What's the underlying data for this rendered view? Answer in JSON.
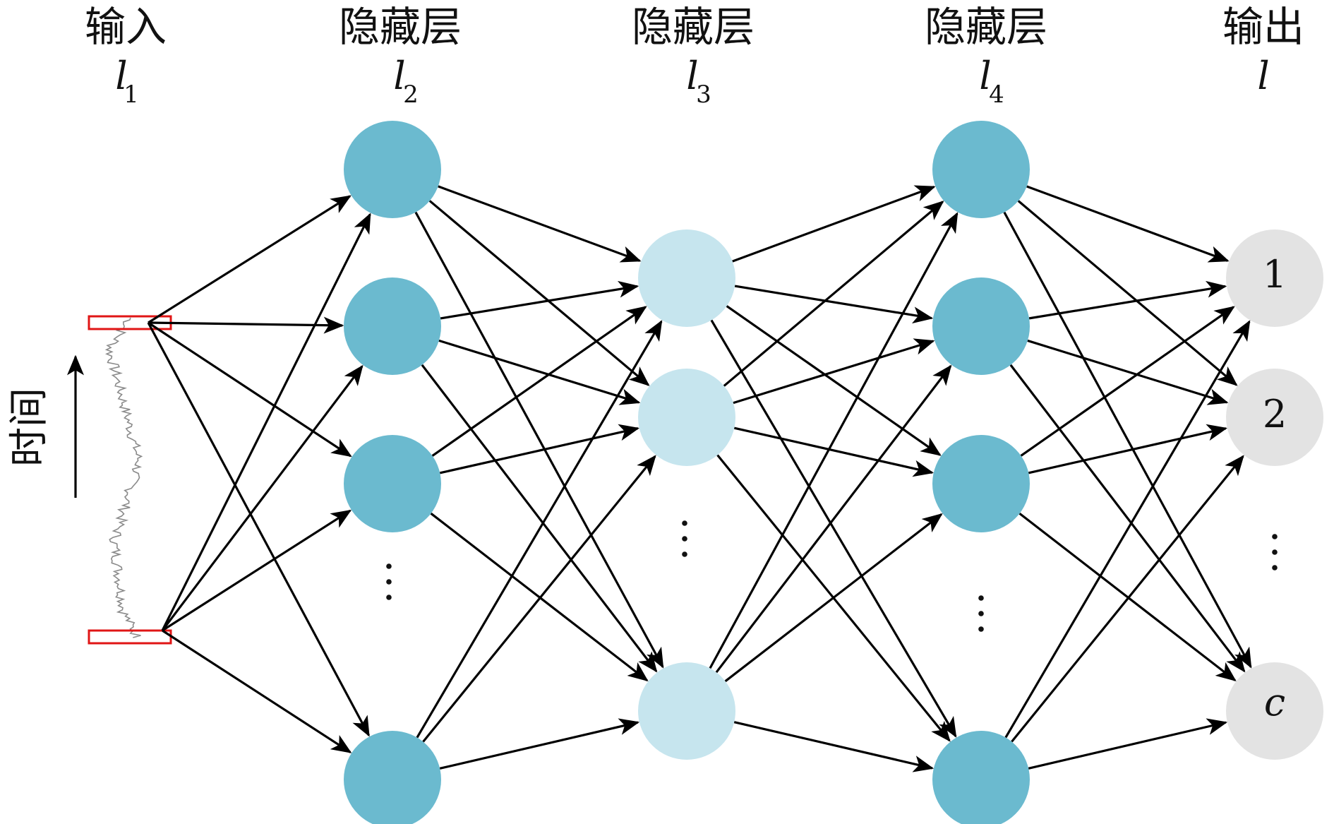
{
  "layers": [
    {
      "id": "input",
      "title": "输入",
      "symbol": "l",
      "subscript": "1"
    },
    {
      "id": "hidden1",
      "title": "隐藏层",
      "symbol": "l",
      "subscript": "2"
    },
    {
      "id": "hidden2",
      "title": "隐藏层",
      "symbol": "l",
      "subscript": "3"
    },
    {
      "id": "hidden3",
      "title": "隐藏层",
      "symbol": "l",
      "subscript": "4"
    },
    {
      "id": "output",
      "title": "输出",
      "symbol": "l",
      "subscript": ""
    }
  ],
  "time_axis_label": "时间",
  "output_nodes": [
    "1",
    "2",
    "c"
  ],
  "colors": {
    "hidden_dark": "#6bbacf",
    "hidden_light": "#c6e5ee",
    "output_node": "#e3e3e3",
    "input_marker": "#e01515",
    "signal_line": "#8a8a8a",
    "edge": "#000000"
  }
}
